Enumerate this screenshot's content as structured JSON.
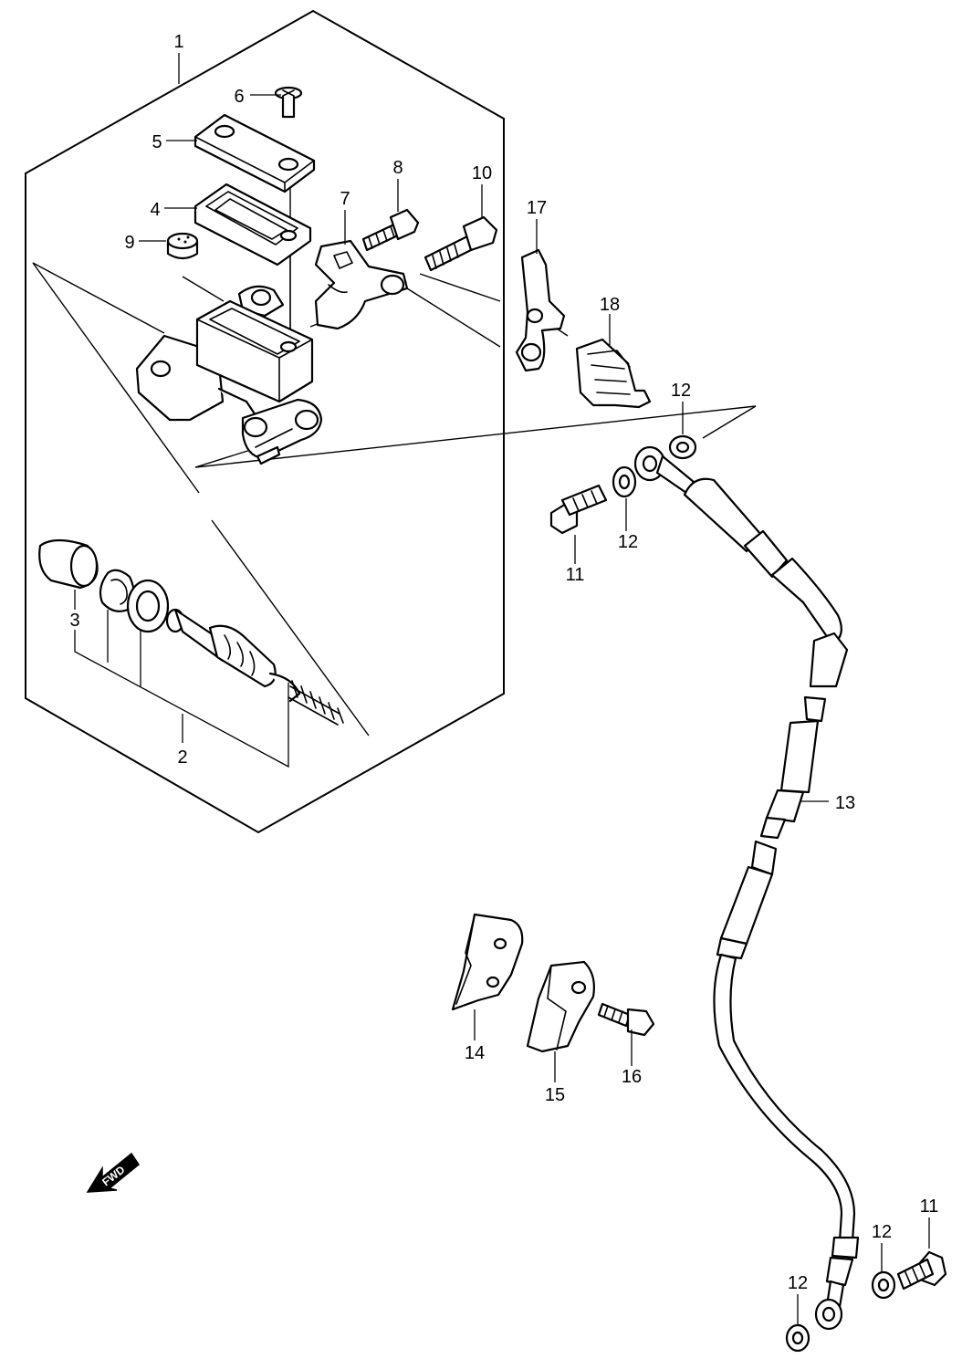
{
  "diagram": {
    "callouts": {
      "c1": "1",
      "c2": "2",
      "c3": "3",
      "c4": "4",
      "c5": "5",
      "c6": "6",
      "c7": "7",
      "c8": "8",
      "c9": "9",
      "c10": "10",
      "c11a": "11",
      "c11b": "11",
      "c12a": "12",
      "c12b": "12",
      "c12c": "12",
      "c12d": "12",
      "c13": "13",
      "c14": "14",
      "c15": "15",
      "c16": "16",
      "c17": "17",
      "c18": "18"
    },
    "fwd_label": "FWD"
  }
}
